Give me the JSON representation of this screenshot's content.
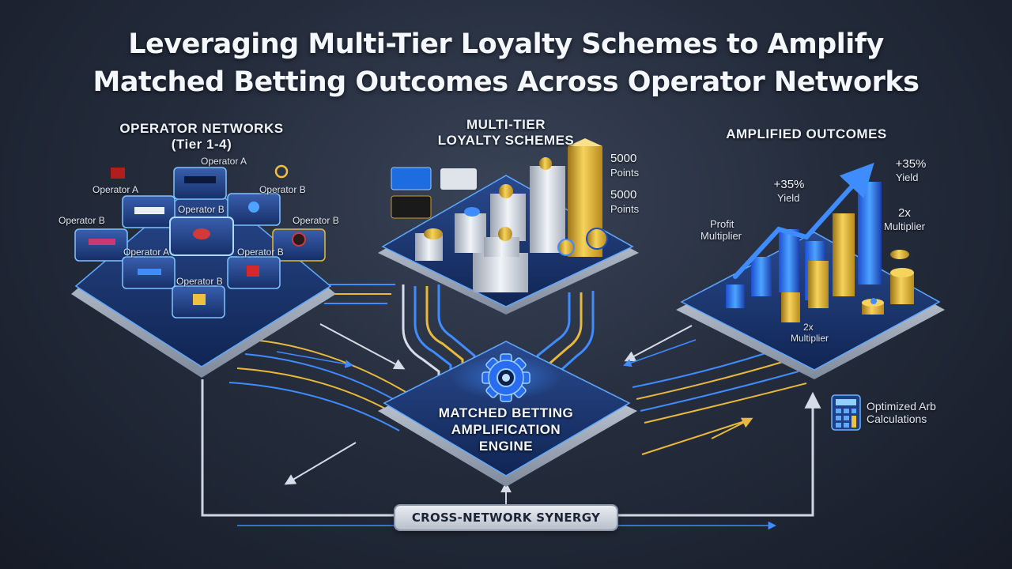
{
  "title": {
    "line1": "Leveraging Multi-Tier Loyalty Schemes to Amplify",
    "line2": "Matched Betting Outcomes Across Operator Networks"
  },
  "operators": {
    "heading_line1": "OPERATOR NETWORKS",
    "heading_line2": "(Tier 1-4)",
    "labels": [
      "Operator A",
      "Operator A",
      "Operator B",
      "Operator B",
      "Operator B",
      "Operator B",
      "Operator A",
      "Operator B",
      "Operator B"
    ]
  },
  "loyalty": {
    "heading_line1": "MULTI-TIER",
    "heading_line2": "LOYALTY SCHEMES",
    "points_value_1": "5000",
    "points_unit_1": "Points",
    "points_value_2": "5000",
    "points_unit_2": "Points"
  },
  "outcomes": {
    "heading": "AMPLIFIED OUTCOMES",
    "yield1_value": "+35%",
    "yield1_label": "Yield",
    "yield2_value": "+35%",
    "yield2_label": "Yield",
    "profit_line1": "Profit",
    "profit_line2": "Multiplier",
    "mult1_value": "2x",
    "mult1_label": "Multiplier",
    "mult2_value": "2x",
    "mult2_label": "Multiplier"
  },
  "engine": {
    "line1": "MATCHED BETTING",
    "line2": "AMPLIFICATION",
    "line3": "ENGINE"
  },
  "calc": {
    "line1": "Optimized Arb",
    "line2": "Calculations"
  },
  "synergy": "CROSS-NETWORK SYNERGY",
  "colors": {
    "flow_blue": "#3f8cff",
    "flow_gold": "#e8b93a",
    "flow_white": "#d6dde8",
    "platform_top": "#1f3a74",
    "accent_gold": "#f0c040"
  }
}
